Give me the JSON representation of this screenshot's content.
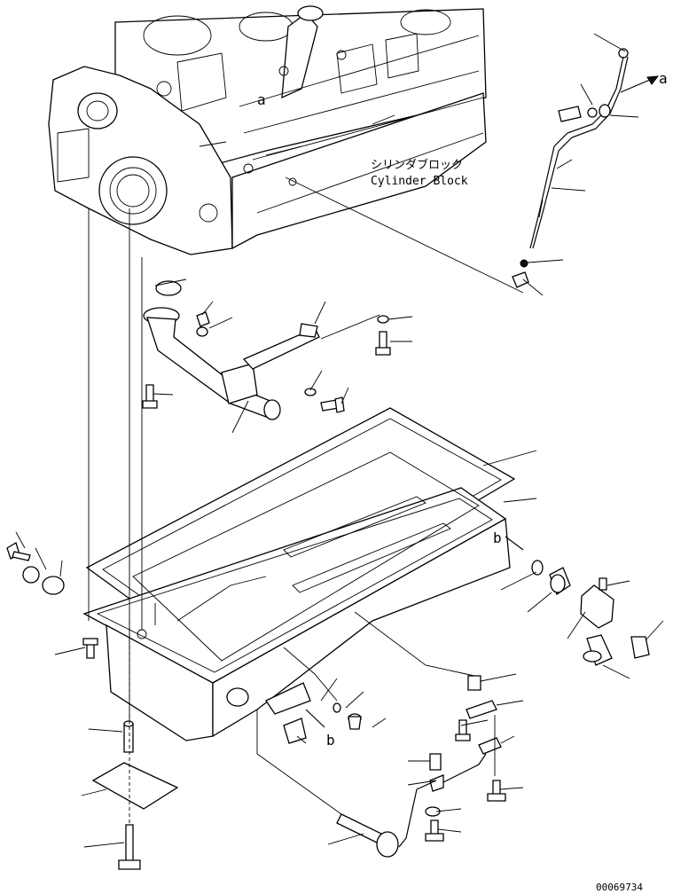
{
  "labels": {
    "block_jp": "シリンダブロック",
    "block_en": "Cylinder Block",
    "ref_a_arrow": "a",
    "ref_a_block": "a",
    "ref_b_arrow": "b",
    "ref_b_pan": "b",
    "drawing_number": "00069734"
  }
}
